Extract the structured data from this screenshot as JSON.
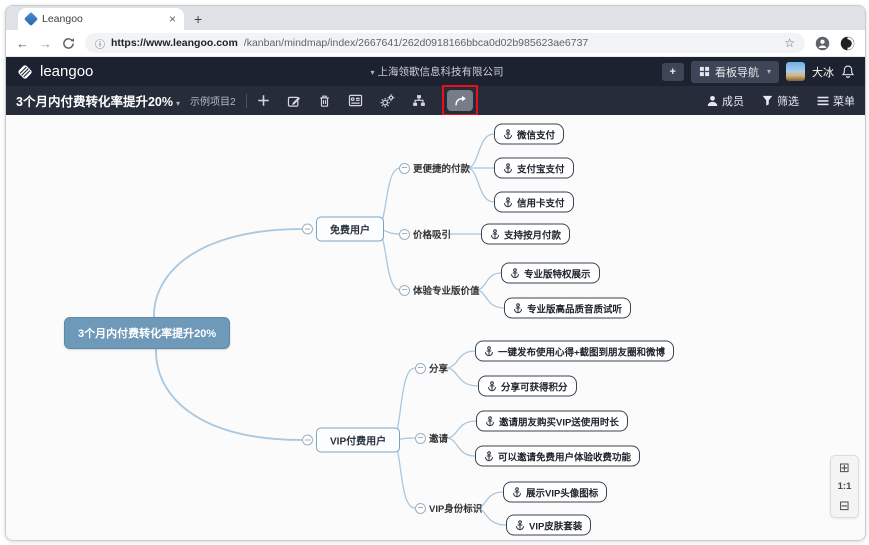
{
  "browser": {
    "tab_title": "Leangoo",
    "url_domain": "https://www.leangoo.com",
    "url_path": "/kanban/mindmap/index/2667641/262d0918166bbca0d02b985623ae6737"
  },
  "glyphs": {
    "close": "×",
    "new_tab": "+",
    "back": "←",
    "forward": "→",
    "info": "ⓘ",
    "star": "☆",
    "caret_down": "▾",
    "zoom_in": "⊞",
    "zoom_out": "⊟"
  },
  "header": {
    "logo": "leangoo",
    "company": "上海领歌信息科技有限公司",
    "add": "+",
    "board_nav": "看板导航",
    "user": "大冰"
  },
  "toolbar": {
    "title": "3个月内付费转化率提升20%",
    "project": "示例项目2",
    "members": "成员",
    "filter": "筛选",
    "menu": "菜单"
  },
  "zoom_panel": {
    "reset": "1:1"
  },
  "mindmap": {
    "root": {
      "label": "3个月内付费转化率提升20%"
    },
    "branches": [
      {
        "label": "免费用户",
        "children": [
          {
            "label": "更便捷的付款",
            "leaves": [
              {
                "label": "微信支付"
              },
              {
                "label": "支付宝支付"
              },
              {
                "label": "信用卡支付"
              }
            ]
          },
          {
            "label": "价格吸引",
            "leaves": [
              {
                "label": "支持按月付款"
              }
            ]
          },
          {
            "label": "体验专业版价值",
            "leaves": [
              {
                "label": "专业版特权展示"
              },
              {
                "label": "专业版高品质音质试听"
              }
            ]
          }
        ]
      },
      {
        "label": "VIP付费用户",
        "children": [
          {
            "label": "分享",
            "leaves": [
              {
                "label": "一键发布使用心得+截图到朋友圈和微博"
              },
              {
                "label": "分享可获得积分"
              }
            ]
          },
          {
            "label": "邀请",
            "leaves": [
              {
                "label": "邀请朋友购买VIP送使用时长"
              },
              {
                "label": "可以邀请免费用户体验收费功能"
              }
            ]
          },
          {
            "label": "VIP身份标识",
            "leaves": [
              {
                "label": "展示VIP头像图标"
              },
              {
                "label": "VIP皮肤套装"
              }
            ]
          }
        ]
      }
    ]
  },
  "colors": {
    "root_node": "#6E99B8",
    "connector": "#A9C7DE",
    "leaf_border": "#3A4150",
    "branch_border": "#7BA3C2",
    "highlight_red": "#E8111A",
    "header_dark": "#1D2230",
    "toolbar_dark": "#262C3A"
  }
}
